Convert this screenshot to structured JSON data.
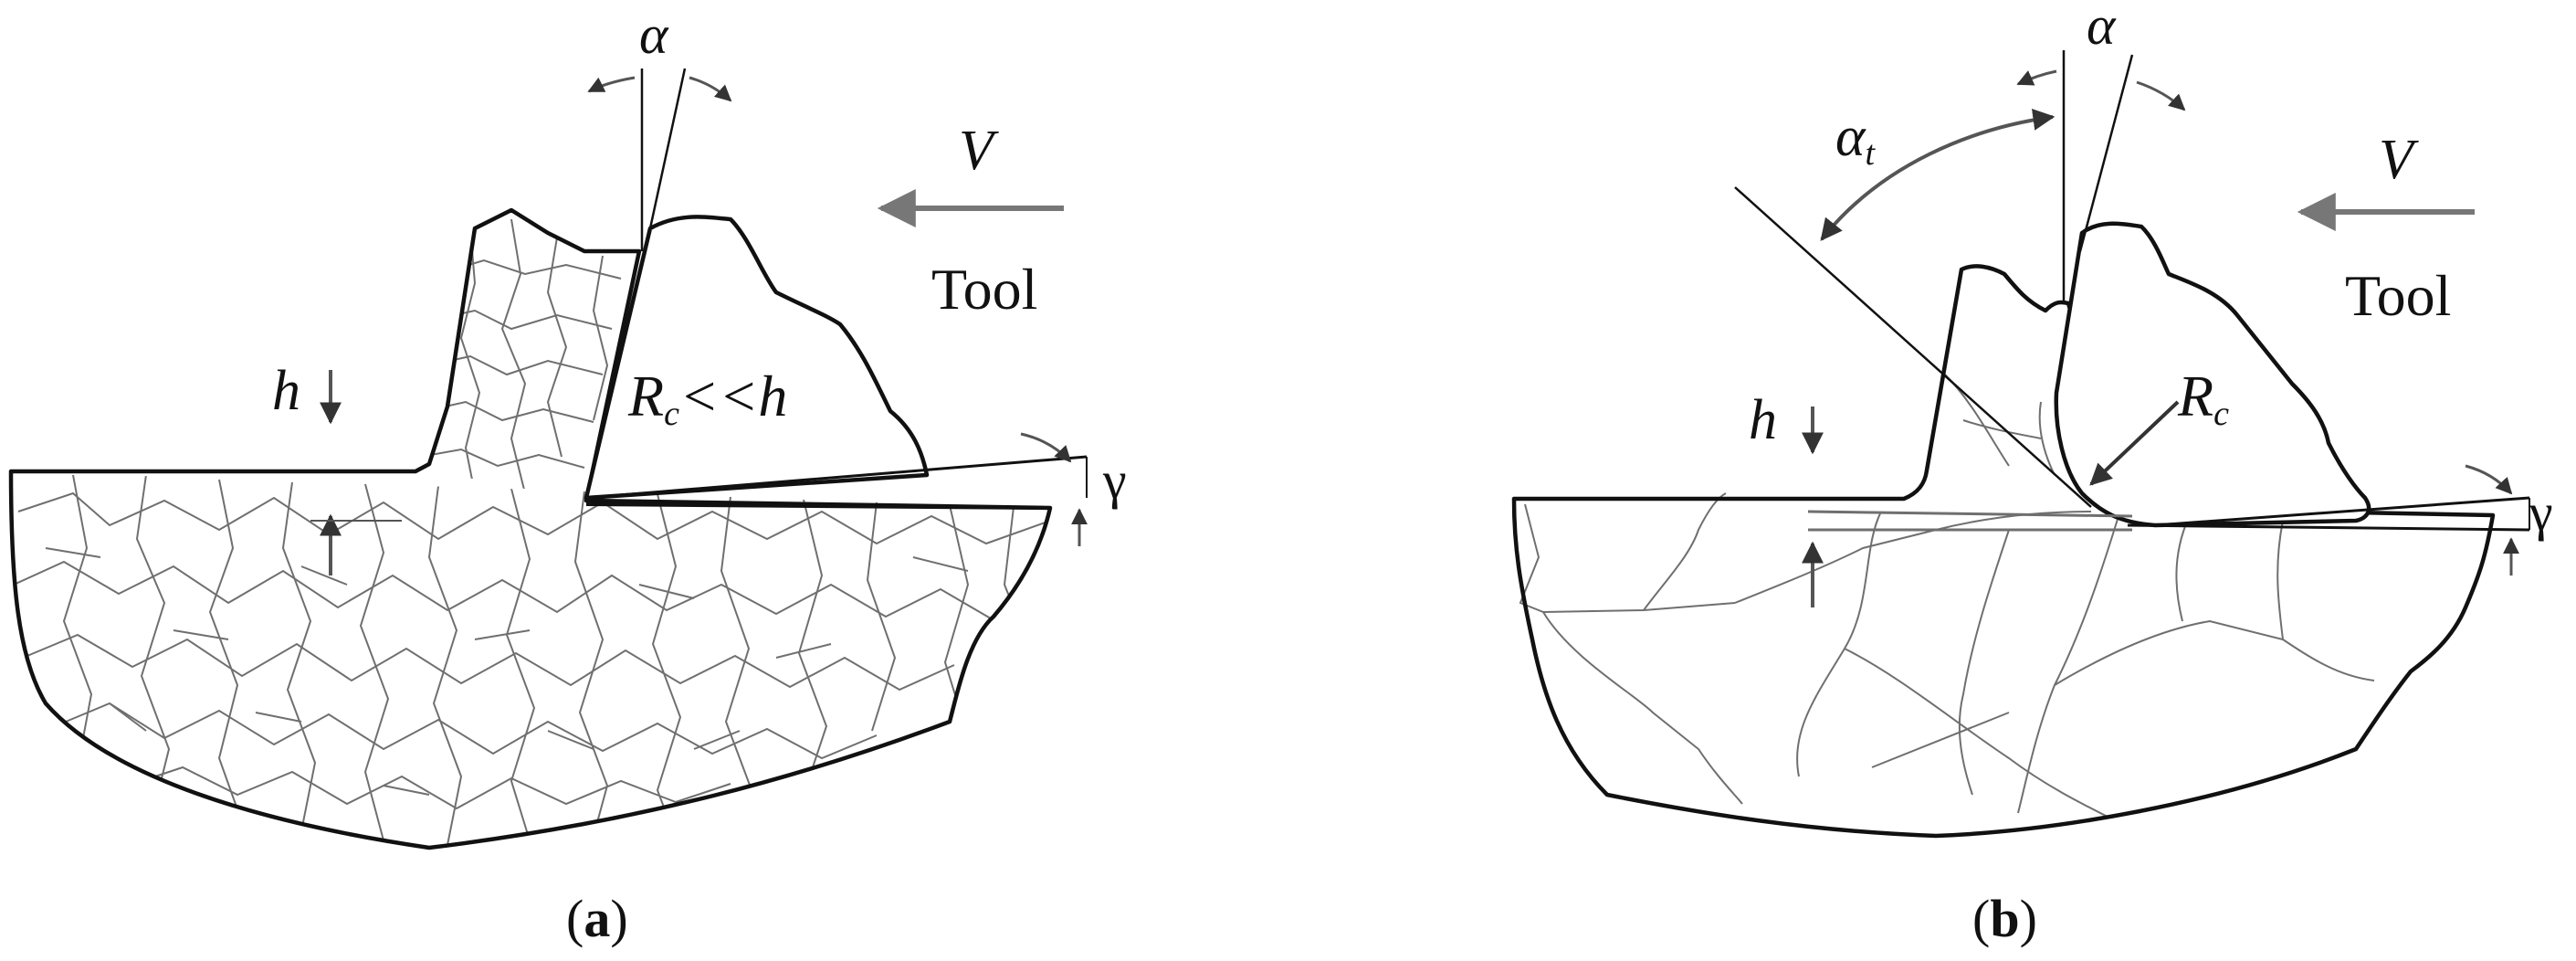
{
  "panel_a": {
    "caption_open": "(",
    "caption_letter": "a",
    "caption_close": ")",
    "velocity_symbol": "V",
    "tool_label": "Tool",
    "clearance_symbol": "α",
    "rake_symbol": "γ",
    "depth_symbol": "h",
    "edge_radius_main": "R",
    "edge_radius_sub": "c",
    "edge_radius_relation": "<<h"
  },
  "panel_b": {
    "caption_open": "(",
    "caption_letter": "b",
    "caption_close": ")",
    "velocity_symbol": "V",
    "tool_label": "Tool",
    "clearance_symbol": "α",
    "effective_rake_main": "α",
    "effective_rake_sub": "t",
    "rake_symbol": "γ",
    "depth_symbol": "h",
    "edge_radius_main": "R",
    "edge_radius_sub": "c"
  },
  "colors": {
    "outline": "#111111",
    "grain": "#6f6f6f",
    "arrow": "#777777"
  }
}
